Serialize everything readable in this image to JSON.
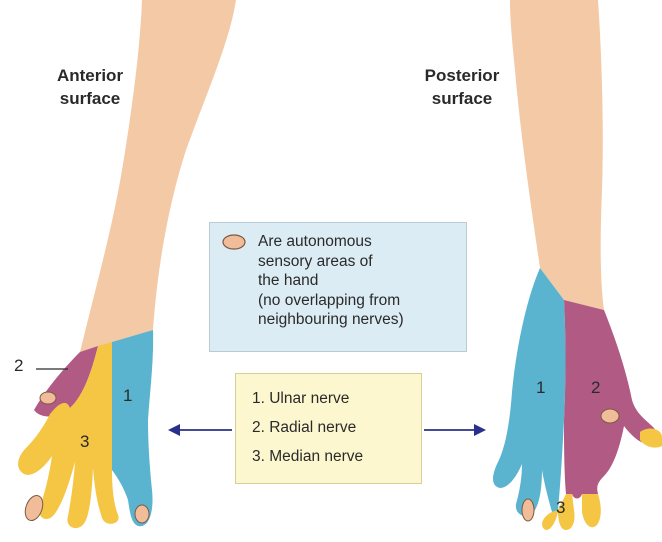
{
  "anterior_label": [
    "Anterior",
    "surface"
  ],
  "posterior_label": [
    "Posterior",
    "surface"
  ],
  "note": {
    "lines": [
      "Are autonomous",
      "sensory areas of",
      "the hand",
      "(no overlapping from",
      "neighbouring nerves)"
    ]
  },
  "legend": {
    "items": [
      "1.  Ulnar nerve",
      "2.  Radial nerve",
      "3.  Median nerve"
    ]
  },
  "region_numbers": {
    "anterior": {
      "ulnar": "1",
      "radial": "2",
      "median": "3"
    },
    "posterior": {
      "ulnar": "1",
      "radial": "2",
      "median": "3"
    }
  },
  "colors": {
    "skin": "#f4c9a6",
    "ulnar": "#5bb4cf",
    "radial": "#b05a84",
    "median": "#f5c544",
    "autonomous_spot": "#f0bc9a",
    "arrow": "#2a2f8c"
  }
}
